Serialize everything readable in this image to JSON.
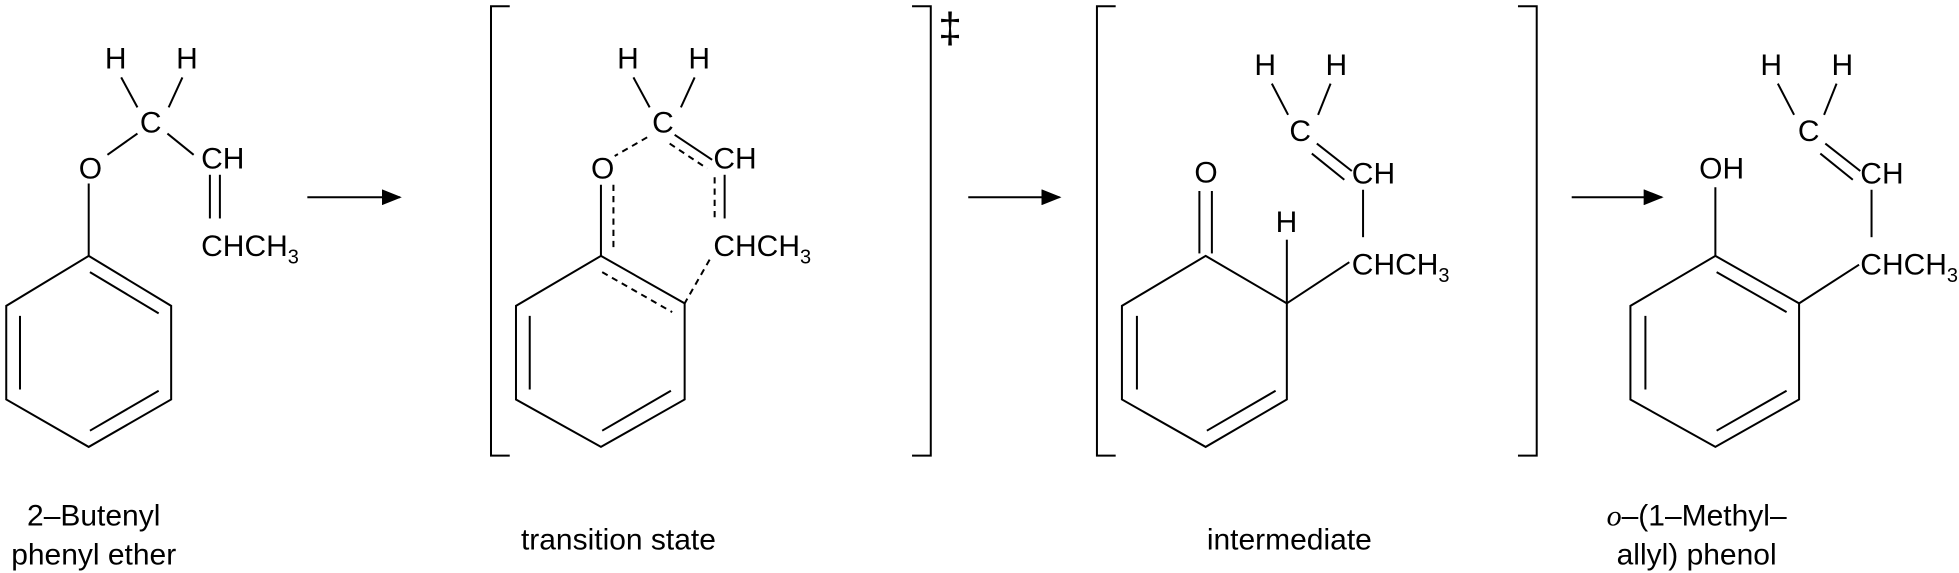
{
  "title": "Claisen rearrangement of 2-butenyl phenyl ether",
  "atoms": {
    "H": "H",
    "C": "C",
    "O": "O",
    "CH": "CH",
    "CHCH": "CHCH",
    "three": "3",
    "OH": "OH",
    "ddagger": "‡"
  },
  "captions": {
    "reactant_line1": "2–Butenyl",
    "reactant_line2": "phenyl ether",
    "transition_state": "transition state",
    "intermediate": "intermediate",
    "product_prefix": "o",
    "product_line1": "–(1–Methyl–",
    "product_line2": "allyl) phenol"
  }
}
